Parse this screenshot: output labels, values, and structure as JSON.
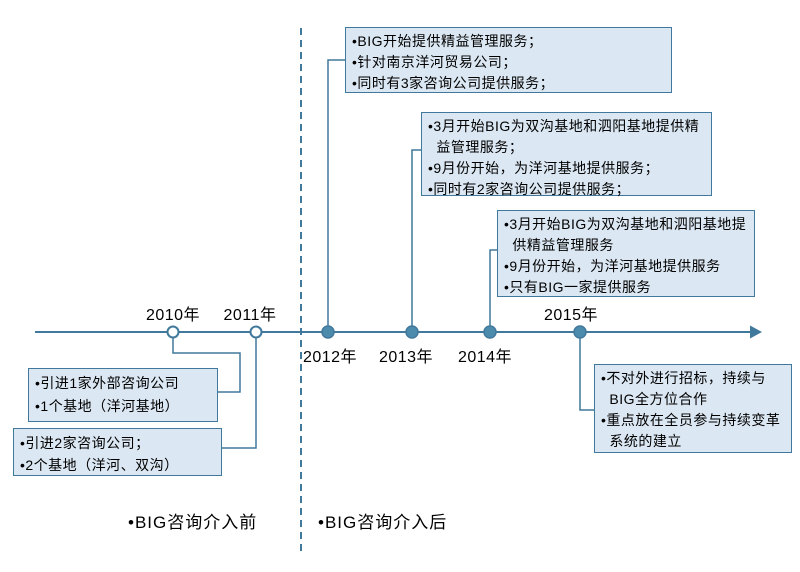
{
  "colors": {
    "line": "#41799C",
    "marker_fill": "#4D8BAD",
    "box_fill": "#DBE7F2",
    "box_border": "#41799C",
    "text": "#000000"
  },
  "timeline": {
    "markers": [
      {
        "year": "2010年",
        "type": "open",
        "label_side": "above"
      },
      {
        "year": "2011年",
        "type": "open",
        "label_side": "above"
      },
      {
        "year": "2012年",
        "type": "filled",
        "label_side": "below"
      },
      {
        "year": "2013年",
        "type": "filled",
        "label_side": "below"
      },
      {
        "year": "2014年",
        "type": "filled",
        "label_side": "below"
      },
      {
        "year": "2015年",
        "type": "filled",
        "label_side": "above"
      }
    ]
  },
  "boxes": {
    "box2012": {
      "lines": [
        "•BIG开始提供精益管理服务；",
        "•针对南京洋河贸易公司；",
        "•同时有3家咨询公司提供服务；"
      ]
    },
    "box2013": {
      "lines": [
        "•3月开始BIG为双沟基地和泗阳基地提供精益管理服务；",
        "•9月份开始，为洋河基地提供服务；",
        "•同时有2家咨询公司提供服务；"
      ]
    },
    "box2014": {
      "lines": [
        "•3月开始BIG为双沟基地和泗阳基地提供精益管理服务",
        "•9月份开始，为洋河基地提供服务",
        "•只有BIG一家提供服务"
      ]
    },
    "box2010": {
      "lines": [
        "•引进1家外部咨询公司",
        "•1个基地（洋河基地）"
      ]
    },
    "box2011": {
      "lines": [
        "•引进2家咨询公司；",
        "•2个基地（洋河、双沟）"
      ]
    },
    "box2015": {
      "lines": [
        "•不对外进行招标，持续与BIG全方位合作",
        "•重点放在全员参与持续变革系统的建立"
      ]
    }
  },
  "legend": {
    "before": "•BIG咨询介入前",
    "after": "•BIG咨询介入后"
  }
}
